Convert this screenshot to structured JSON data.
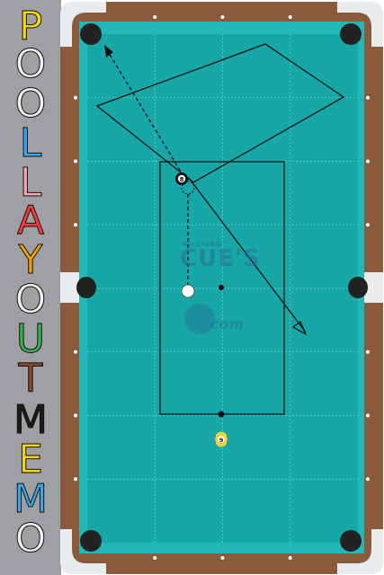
{
  "app_title": "POOL LAYOUT MEMO",
  "title_letters": [
    {
      "char": "P",
      "color": "#f7d800"
    },
    {
      "char": "O",
      "color": "#f1f1f1"
    },
    {
      "char": "O",
      "color": "#f1f1f1"
    },
    {
      "char": "L",
      "color": "#38a8e8"
    },
    {
      "char": "L",
      "color": "#f7a6b4"
    },
    {
      "char": "A",
      "color": "#f53c3c"
    },
    {
      "char": "Y",
      "color": "#f5a000"
    },
    {
      "char": "O",
      "color": "#f1f1f1"
    },
    {
      "char": "U",
      "color": "#33b34a"
    },
    {
      "char": "T",
      "color": "#8a4a26"
    },
    {
      "char": "M",
      "color": "#1a1a1a"
    },
    {
      "char": "E",
      "color": "#f7d800"
    },
    {
      "char": "M",
      "color": "#38a8e8"
    },
    {
      "char": "O",
      "color": "#f1f1f1"
    }
  ],
  "watermark": {
    "small": "BILLIARD",
    "brand": "CUE'S",
    "suffix": "com"
  },
  "balls": {
    "eight": {
      "label": "8"
    },
    "nine": {
      "label": "9"
    }
  },
  "colors": {
    "cloth": "#17a7a7",
    "cushion": "#23b7b7",
    "rail": "#8a5a3a",
    "corner": "#e9ecee",
    "panel": "#9ea0a3",
    "line": "#111111"
  }
}
